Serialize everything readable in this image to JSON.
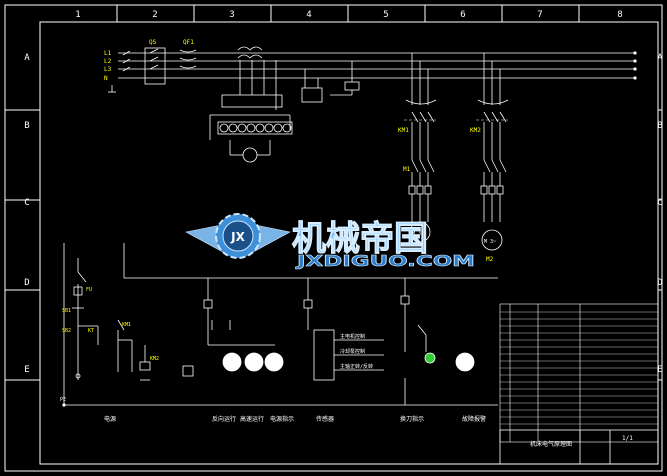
{
  "frame": {
    "top_numbers": [
      "1",
      "2",
      "3",
      "4",
      "5",
      "6",
      "7",
      "8"
    ],
    "side_letters": [
      "A",
      "B",
      "C",
      "D",
      "E"
    ]
  },
  "watermark": {
    "cn_text": "机械帝国",
    "en_text": "JXDIGUO.COM",
    "logo_letters": "JX"
  },
  "bottom_labels": {
    "power_supply": "电源",
    "reverse_run": "反向运行",
    "high_speed_run": "高速运行",
    "power_indicator": "电源指示",
    "sensor": "传感器",
    "tool_change": "换刀指示",
    "fault": "故障报警"
  },
  "circuit_labels": {
    "l1": "L1",
    "l2": "L2",
    "l3": "L3",
    "n": "N",
    "qs": "QS",
    "qf": "QF1",
    "km1": "KM1",
    "km2": "KM2",
    "m1": "M1",
    "m2": "M2",
    "fu": "FU",
    "sb1": "SB1",
    "sb2": "SB2",
    "kt": "KT",
    "pe": "PE",
    "motor": "M 3~"
  },
  "relay_texts": [
    "主电机控制",
    "冷却泵控制",
    "主轴正转/反转"
  ],
  "title_block": {
    "main_title": "机床电气原理图",
    "sheet": "1/1"
  },
  "colors": {
    "background": "#000000",
    "line_white": "#ffffff",
    "line_yellow": "#ffff00",
    "line_cyan": "#00ffff",
    "line_red": "#ff3030",
    "frame_border": "#ffffff",
    "watermark_blue": "#5ab4ff",
    "indicator_green": "#33cc33"
  }
}
